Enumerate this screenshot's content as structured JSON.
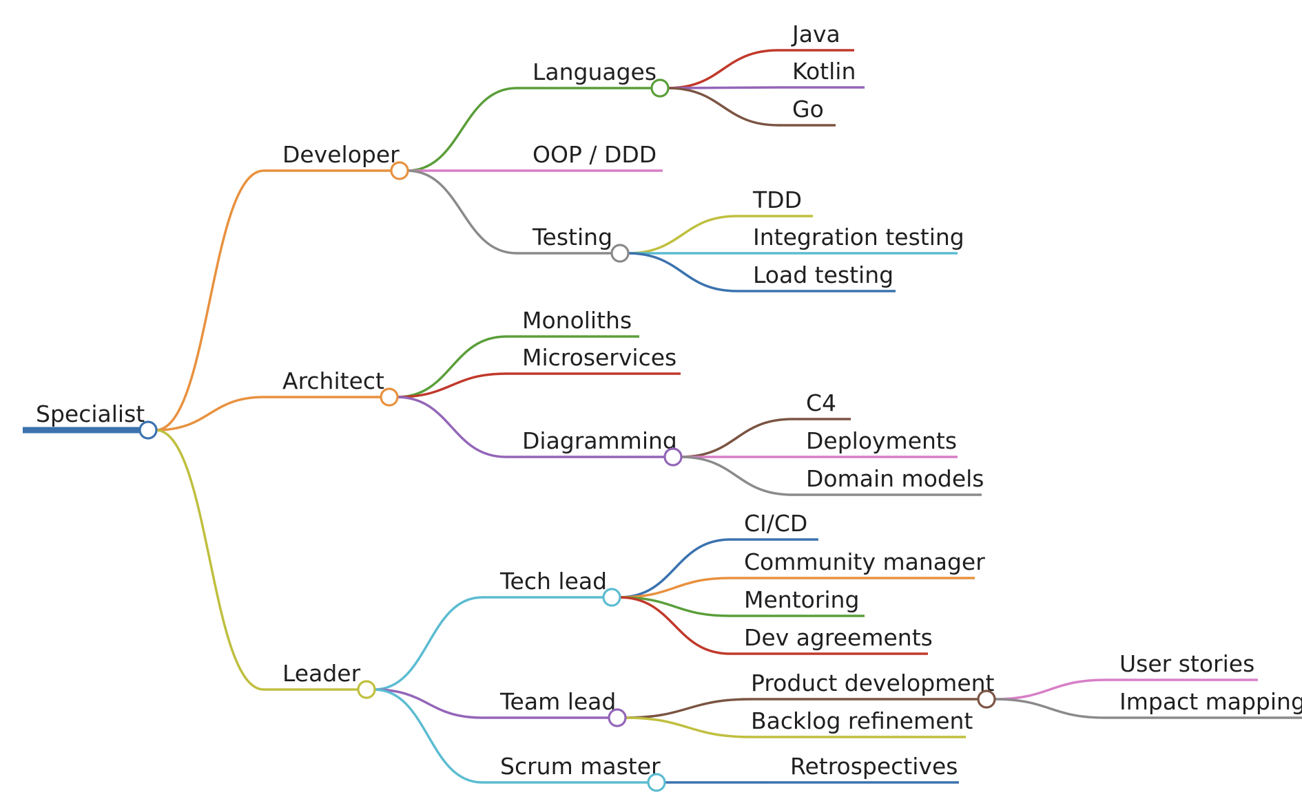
{
  "diagram": {
    "type": "mindmap",
    "root": {
      "label": "Specialist",
      "color": "#3b72ae",
      "children": [
        {
          "label": "Developer",
          "color": "#e8913f",
          "children": [
            {
              "label": "Languages",
              "color": "#5a9e3a",
              "children": [
                {
                  "label": "Java",
                  "color": "#c0392b"
                },
                {
                  "label": "Kotlin",
                  "color": "#9365b8"
                },
                {
                  "label": "Go",
                  "color": "#7b5442"
                }
              ]
            },
            {
              "label": "OOP / DDD",
              "color": "#d77fc7"
            },
            {
              "label": "Testing",
              "color": "#8a8a8a",
              "children": [
                {
                  "label": "TDD",
                  "color": "#bfbf3f"
                },
                {
                  "label": "Integration testing",
                  "color": "#5bbcd1"
                },
                {
                  "label": "Load testing",
                  "color": "#3b72ae"
                }
              ]
            }
          ]
        },
        {
          "label": "Architect",
          "color": "#e8913f",
          "children": [
            {
              "label": "Monoliths",
              "color": "#5a9e3a"
            },
            {
              "label": "Microservices",
              "color": "#c0392b"
            },
            {
              "label": "Diagramming",
              "color": "#9365b8",
              "children": [
                {
                  "label": "C4",
                  "color": "#7b5442"
                },
                {
                  "label": "Deployments",
                  "color": "#d77fc7"
                },
                {
                  "label": "Domain models",
                  "color": "#8a8a8a"
                }
              ]
            }
          ]
        },
        {
          "label": "Leader",
          "color": "#bfbf3f",
          "children": [
            {
              "label": "Tech lead",
              "color": "#5bbcd1",
              "children": [
                {
                  "label": "CI/CD",
                  "color": "#3b72ae"
                },
                {
                  "label": "Community manager",
                  "color": "#e8913f"
                },
                {
                  "label": "Mentoring",
                  "color": "#5a9e3a"
                },
                {
                  "label": "Dev agreements",
                  "color": "#c0392b"
                }
              ]
            },
            {
              "label": "Team lead",
              "color": "#9365b8",
              "children": [
                {
                  "label": "Product development",
                  "color": "#7b5442",
                  "children": [
                    {
                      "label": "User stories",
                      "color": "#d77fc7"
                    },
                    {
                      "label": "Impact mapping",
                      "color": "#8a8a8a"
                    }
                  ]
                },
                {
                  "label": "Backlog refinement",
                  "color": "#bfbf3f"
                }
              ]
            },
            {
              "label": "Scrum master",
              "color": "#5bbcd1",
              "children": [
                {
                  "label": "Retrospectives",
                  "color": "#3b72ae"
                }
              ]
            }
          ]
        }
      ]
    }
  }
}
